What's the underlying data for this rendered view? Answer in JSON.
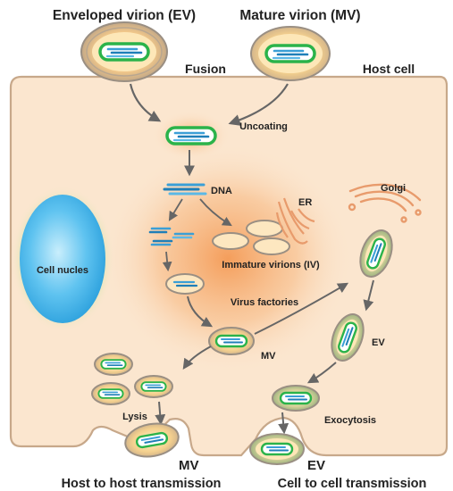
{
  "labels": {
    "ev_title": "Enveloped virion (EV)",
    "mv_title": "Mature virion (MV)",
    "fusion": "Fusion",
    "host_cell": "Host cell",
    "uncoating": "Uncoating",
    "dna": "DNA",
    "er": "ER",
    "golgi": "Golgi",
    "cell_nucleus": "Cell nucles",
    "immature_virions": "Immature virions (IV)",
    "virus_factories": "Virus factories",
    "mv_inside": "MV",
    "ev_inside": "EV",
    "lysis": "Lysis",
    "exocytosis": "Exocytosis",
    "mv_bottom": "MV",
    "ev_bottom": "EV",
    "host_to_host": "Host to host transmission",
    "cell_to_cell": "Cell to cell transmission"
  },
  "colors": {
    "cytoplasm": "#fbe6cf",
    "membrane": "#c7a88a",
    "virion_core": "#2bb34a",
    "dna": "#3b9fd6",
    "envelope": "#9a8f83",
    "nucleus": "#44b4ec",
    "factory": "#f5a05c",
    "arrow": "#666666",
    "organelle": "#e89b6c"
  }
}
